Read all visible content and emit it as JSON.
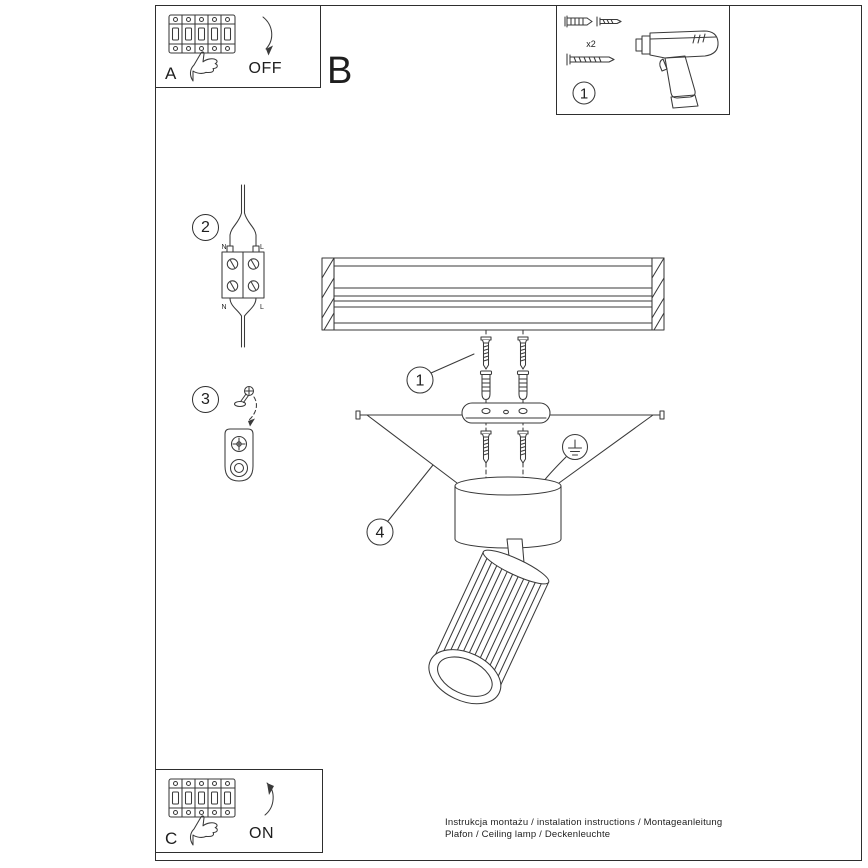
{
  "panels": {
    "a": {
      "label": "A",
      "state": "OFF"
    },
    "b": {
      "label": "B"
    },
    "c": {
      "label": "C",
      "state": "ON"
    }
  },
  "tools": {
    "callout": "1",
    "quantity": "x2"
  },
  "wiring": {
    "callout": "2",
    "terminal": {
      "top_left": "N",
      "top_right": "L",
      "bottom_left": "N",
      "bottom_right": "L"
    }
  },
  "grounding": {
    "callout": "3"
  },
  "assembly": {
    "callout_hardware": "1",
    "callout_canopy": "4"
  },
  "footer": {
    "line1": "Instrukcja montażu / instalation instructions / Montageanleitung",
    "line2": "Plafon / Ceiling lamp / Deckenleuchte"
  },
  "colors": {
    "line": "#3a3a3a",
    "text": "#1e1e1e",
    "background": "#ffffff"
  }
}
